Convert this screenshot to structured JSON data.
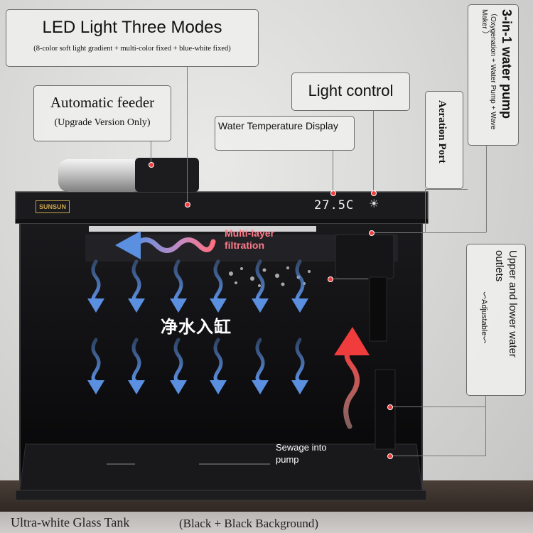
{
  "callouts": {
    "led_title": "LED Light Three Modes",
    "led_sub": "(8-color soft light gradient + multi-color fixed + blue-white fixed)",
    "feeder_title": "Automatic feeder",
    "feeder_sub": "(Upgrade Version Only)",
    "light_control": "Light control",
    "water_temp": "Water Temperature Display",
    "pump_title": "3-in-1 water pump",
    "pump_sub": "（Oxygenation + Water Pump + Wave Maker ）",
    "aeration": "Aeration Port",
    "outlets_title": "Upper and lower water outlets",
    "outlets_sub": "～Adjustable～"
  },
  "tank": {
    "display_temp": "27.5C",
    "brand": "SUNSUN",
    "filtration": "Multi-layer filtration",
    "clean_water": "净水入缸",
    "sewage": "Sewage into pump"
  },
  "footer": {
    "left": "Ultra-white Glass Tank",
    "right": "(Black + Black Background)"
  },
  "colors": {
    "tank": "#0c0c0e",
    "down_arrow": "#5b8fe0",
    "up_arrow": "#f03c3c",
    "flow_left": "#5b8fe0",
    "label_red": "#ff7b8a"
  }
}
